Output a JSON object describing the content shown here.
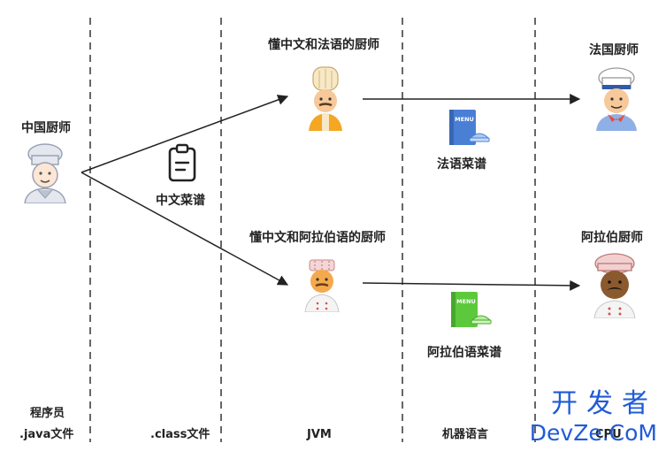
{
  "nodes": {
    "cn_chef": "中国厨师",
    "cn_recipe": "中文菜谱",
    "fr_bilingual_chef": "懂中文和法语的厨师",
    "ar_bilingual_chef": "懂中文和阿拉伯语的厨师",
    "fr_menu": "法语菜谱",
    "ar_menu": "阿拉伯语菜谱",
    "fr_chef": "法国厨师",
    "ar_chef": "阿拉伯厨师"
  },
  "menu_label": "MENU",
  "columns": {
    "programmer_line1": "程序员",
    "programmer_line2": ".java文件",
    "class_file": ".class文件",
    "jvm": "JVM",
    "machine_lang": "机器语言",
    "cpu": "CPU"
  },
  "watermark": {
    "cn": "开发者",
    "en": "DevZe.CoM"
  },
  "colors": {
    "divider": "#333333",
    "arrow": "#222222",
    "fr_menu": "#4a7fd6",
    "ar_menu": "#5cc93c",
    "watermark": "#1f5bd6"
  }
}
